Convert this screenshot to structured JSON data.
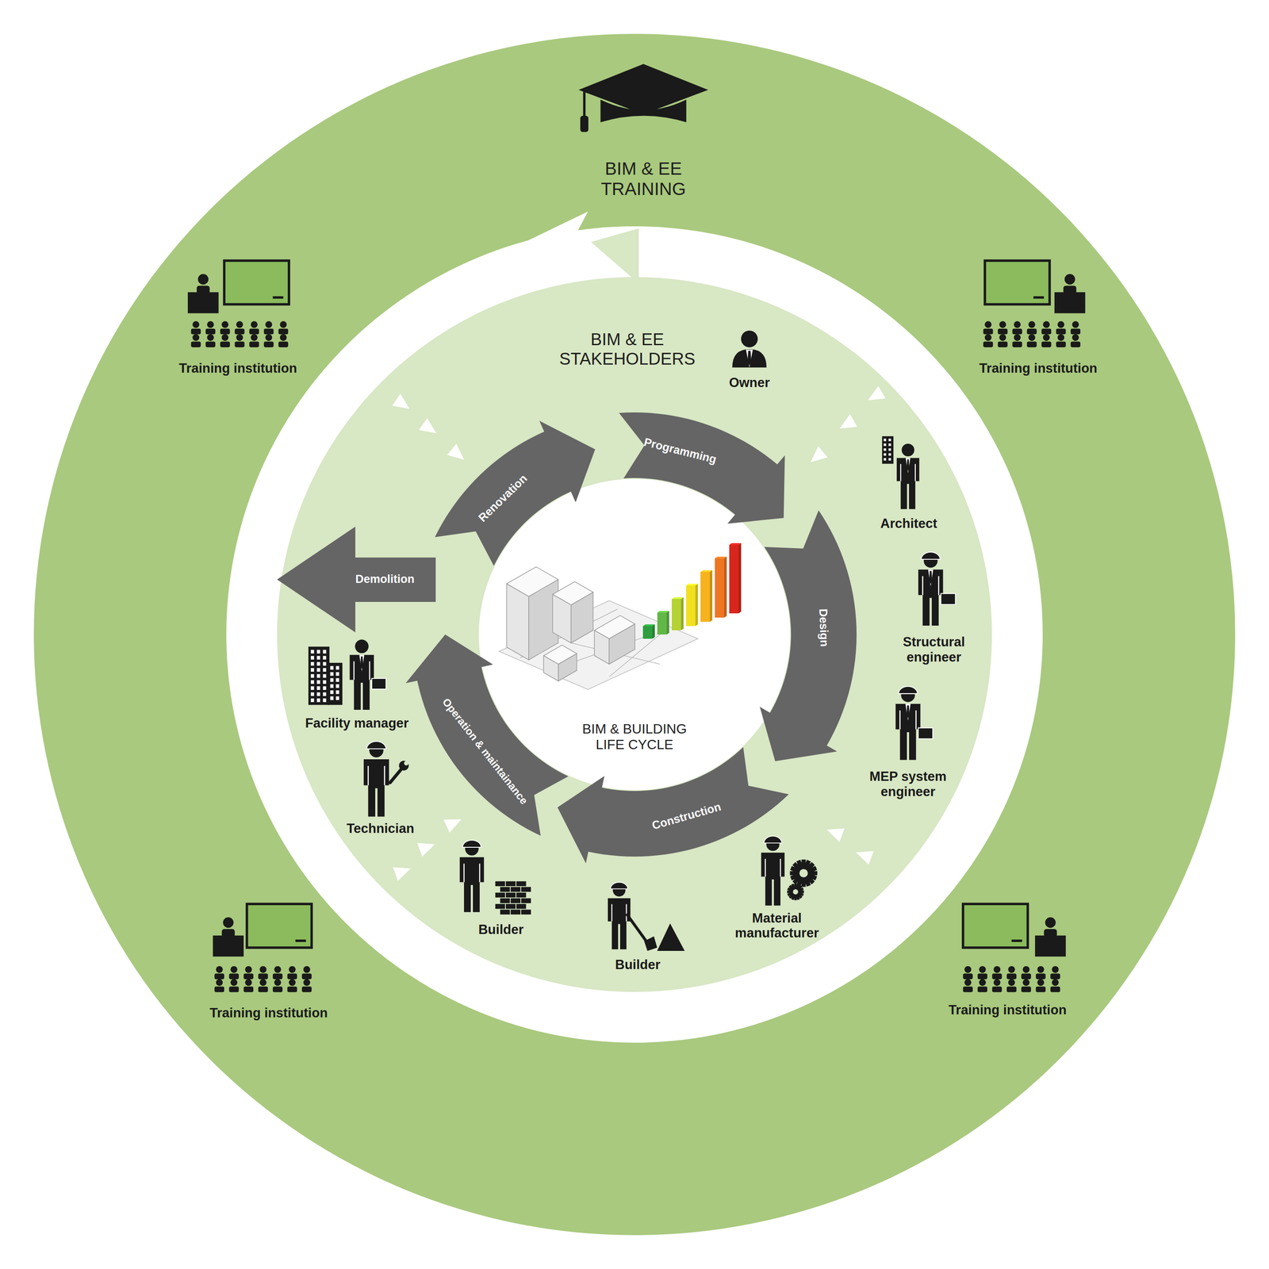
{
  "diagram": {
    "nodes": [
      {
        "text": [
          "BIM & EE TRAINING"
        ]
      },
      {
        "text": [
          "BIM & EE STAKEHOLDERS"
        ],
        "in": 0
      },
      {
        "text": [
          "BIM & BUILDING LIFE CYCLE"
        ],
        "in": 1
      },
      {
        "text": [
          "Programming"
        ],
        "in": 1
      },
      {
        "text": [
          "Design"
        ],
        "in": 1
      },
      {
        "text": [
          "Construction"
        ],
        "in": 1
      },
      {
        "text": [
          "Operation & maintainance"
        ],
        "in": 1
      },
      {
        "text": [
          "Renovation"
        ],
        "in": 1
      },
      {
        "text": [
          "Demolition"
        ],
        "in": 1
      }
    ],
    "labels": [
      "Training institution",
      "Training institution",
      "Owner",
      "Architect",
      "Structural engineer",
      "Facility manager",
      "MEP system engineer",
      "Technician",
      "Material manufacturer",
      "Builder",
      "Builder",
      "Training institution",
      "Training institution"
    ]
  }
}
